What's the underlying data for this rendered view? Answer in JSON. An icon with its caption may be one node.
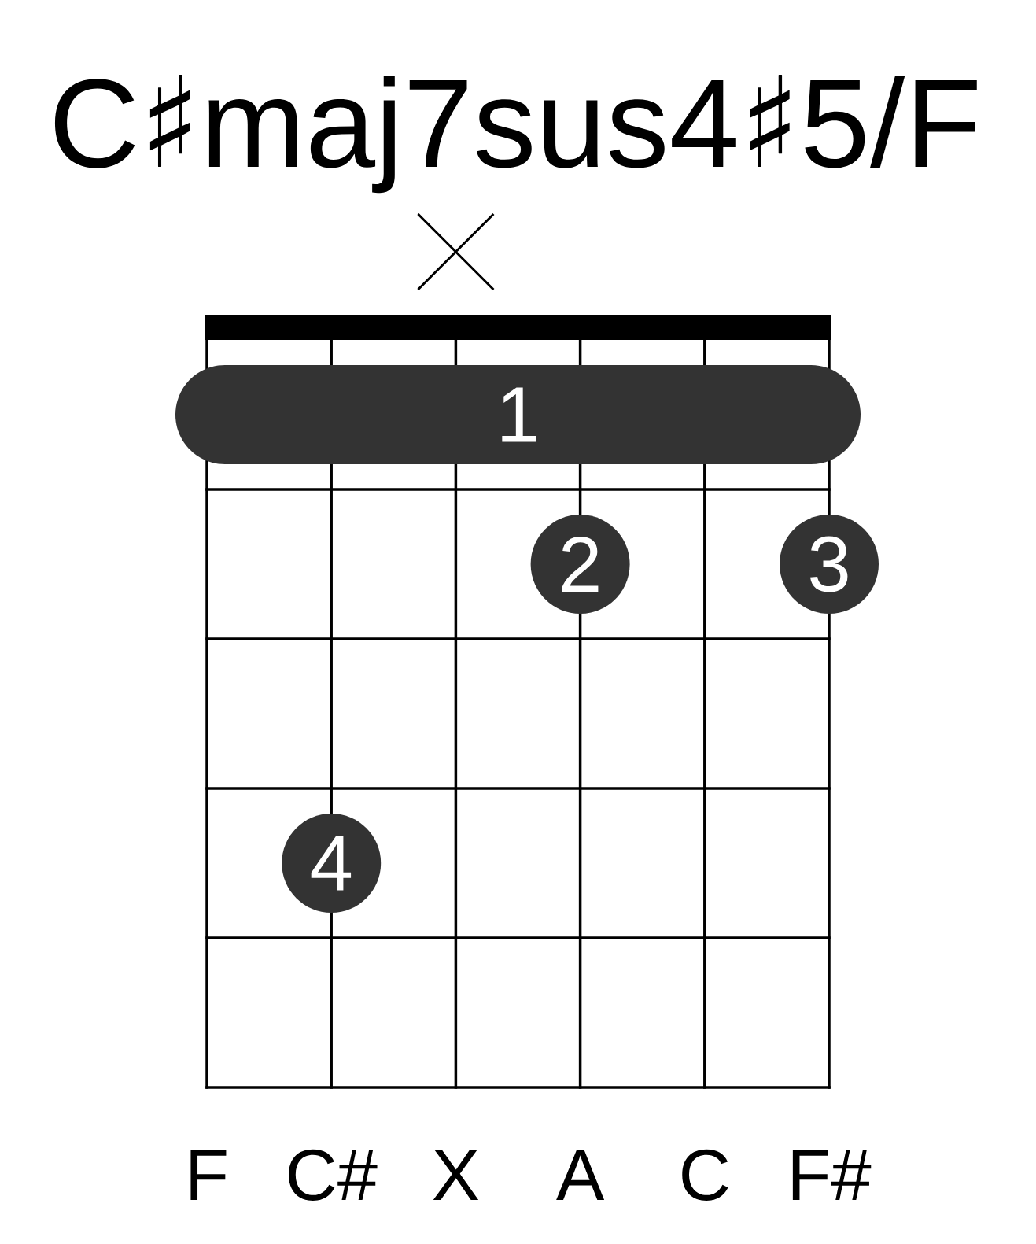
{
  "diagram": {
    "title": "C♯maj7sus4♯5/F",
    "nodes": [
      {
        "text": [],
        "shape": "bar"
      },
      {
        "text": [
          "1"
        ]
      },
      {
        "text": [
          "2"
        ]
      },
      {
        "text": [
          "3"
        ]
      },
      {
        "text": [
          "4"
        ]
      }
    ],
    "labels": [
      "F",
      "C#",
      "X",
      "A",
      "C",
      "F#"
    ]
  }
}
